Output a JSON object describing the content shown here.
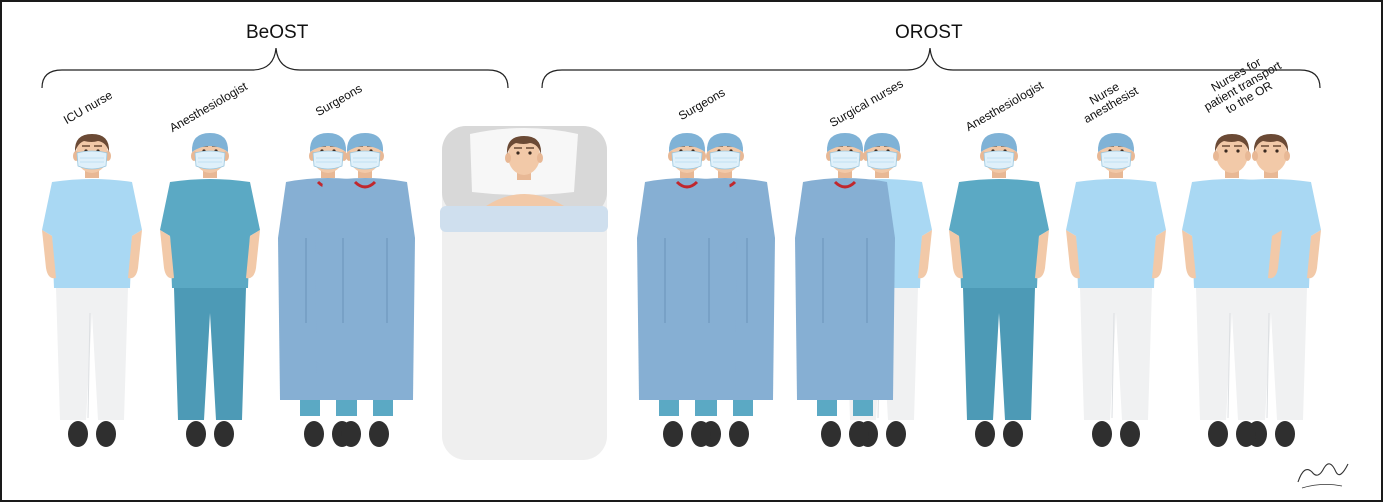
{
  "groups": {
    "beost": {
      "title": "BeOST"
    },
    "orost": {
      "title": "OROST"
    }
  },
  "roles": {
    "icu_nurse": "ICU nurse",
    "anesthesiologist_beost": "Anesthesiologist",
    "surgeons_beost": "Surgeons",
    "surgeons_orost": "Surgeons",
    "surgical_nurses": "Surgical nurses",
    "anesthesiologist_orost": "Anesthesiologist",
    "nurse_anesthesist": "Nurse\nanesthesist",
    "transport_nurses": "Nurses for\npatient transport\nto the OR"
  },
  "signature": {
    "text": "Sonja Holand"
  },
  "colors": {
    "nurse_scrubs": "#a9d8f3",
    "anesthesia_scrubs": "#5ba9c4",
    "gown": "#86afd3",
    "pants_white": "#f0f1f2",
    "skin": "#f2c9a8",
    "bed": "#efefef"
  }
}
